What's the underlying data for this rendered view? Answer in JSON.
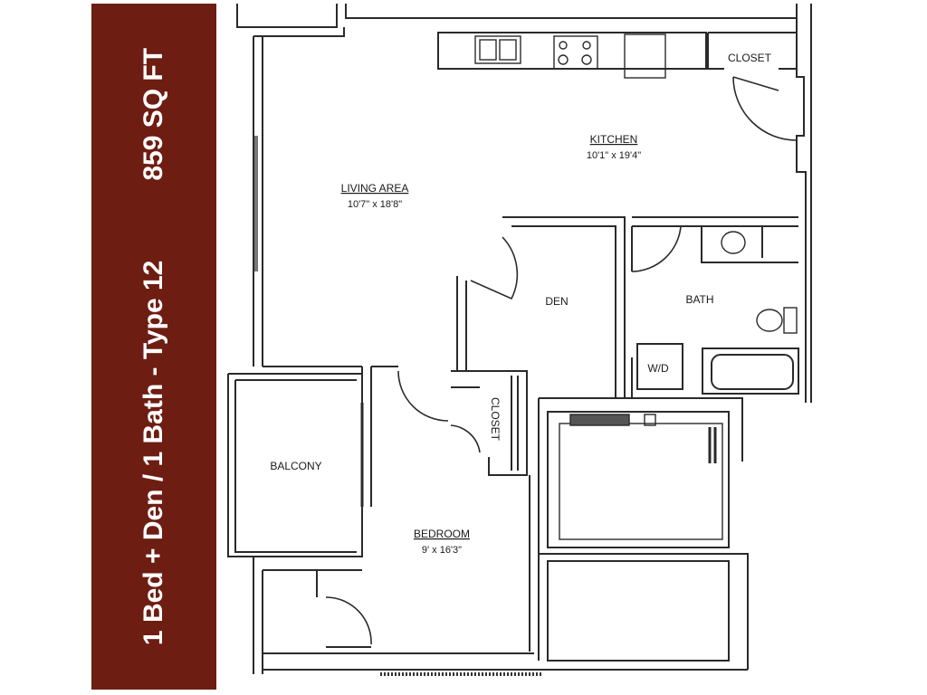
{
  "sidebar": {
    "title": "1 Bed + Den / 1 Bath - Type 12",
    "area": "859 SQ FT",
    "color": "#6e1d12"
  },
  "rooms": {
    "kitchen": {
      "name": "KITCHEN",
      "dims": "10'1\" x 19'4\""
    },
    "living": {
      "name": "LIVING AREA",
      "dims": "10'7\" x 18'8\""
    },
    "den": {
      "name": "DEN"
    },
    "bath": {
      "name": "BATH"
    },
    "wd": {
      "name": "W/D"
    },
    "closet_top": {
      "name": "CLOSET"
    },
    "closet_mid": {
      "name": "CLOSET"
    },
    "balcony": {
      "name": "BALCONY"
    },
    "bedroom": {
      "name": "BEDROOM",
      "dims": "9' x 16'3\""
    }
  }
}
